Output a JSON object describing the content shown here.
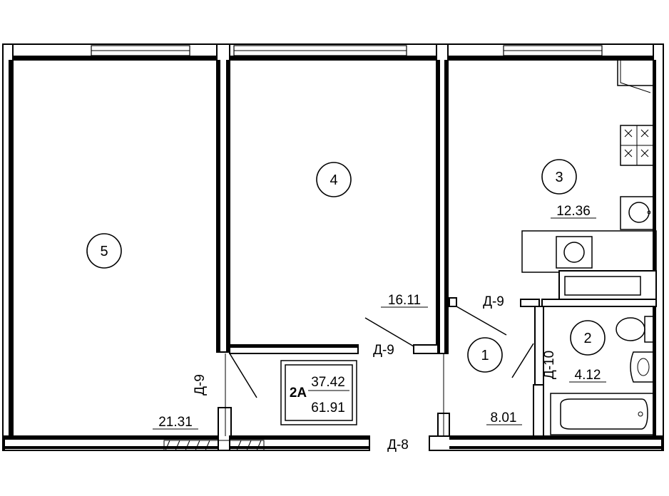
{
  "rooms": [
    {
      "number": "5",
      "area": "21.31"
    },
    {
      "number": "4",
      "area": "16.11"
    },
    {
      "number": "3",
      "area": "12.36"
    },
    {
      "number": "2",
      "area": "4.12"
    },
    {
      "number": "1",
      "area": "8.01"
    }
  ],
  "doors": {
    "d9_room5": "Д-9",
    "d9_room4": "Д-9",
    "d9_room3": "Д-9",
    "d10_bath": "Д-10",
    "d8_entry": "Д-8"
  },
  "summary": {
    "type": "2А",
    "living_area": "37.42",
    "total_area": "61.91"
  }
}
